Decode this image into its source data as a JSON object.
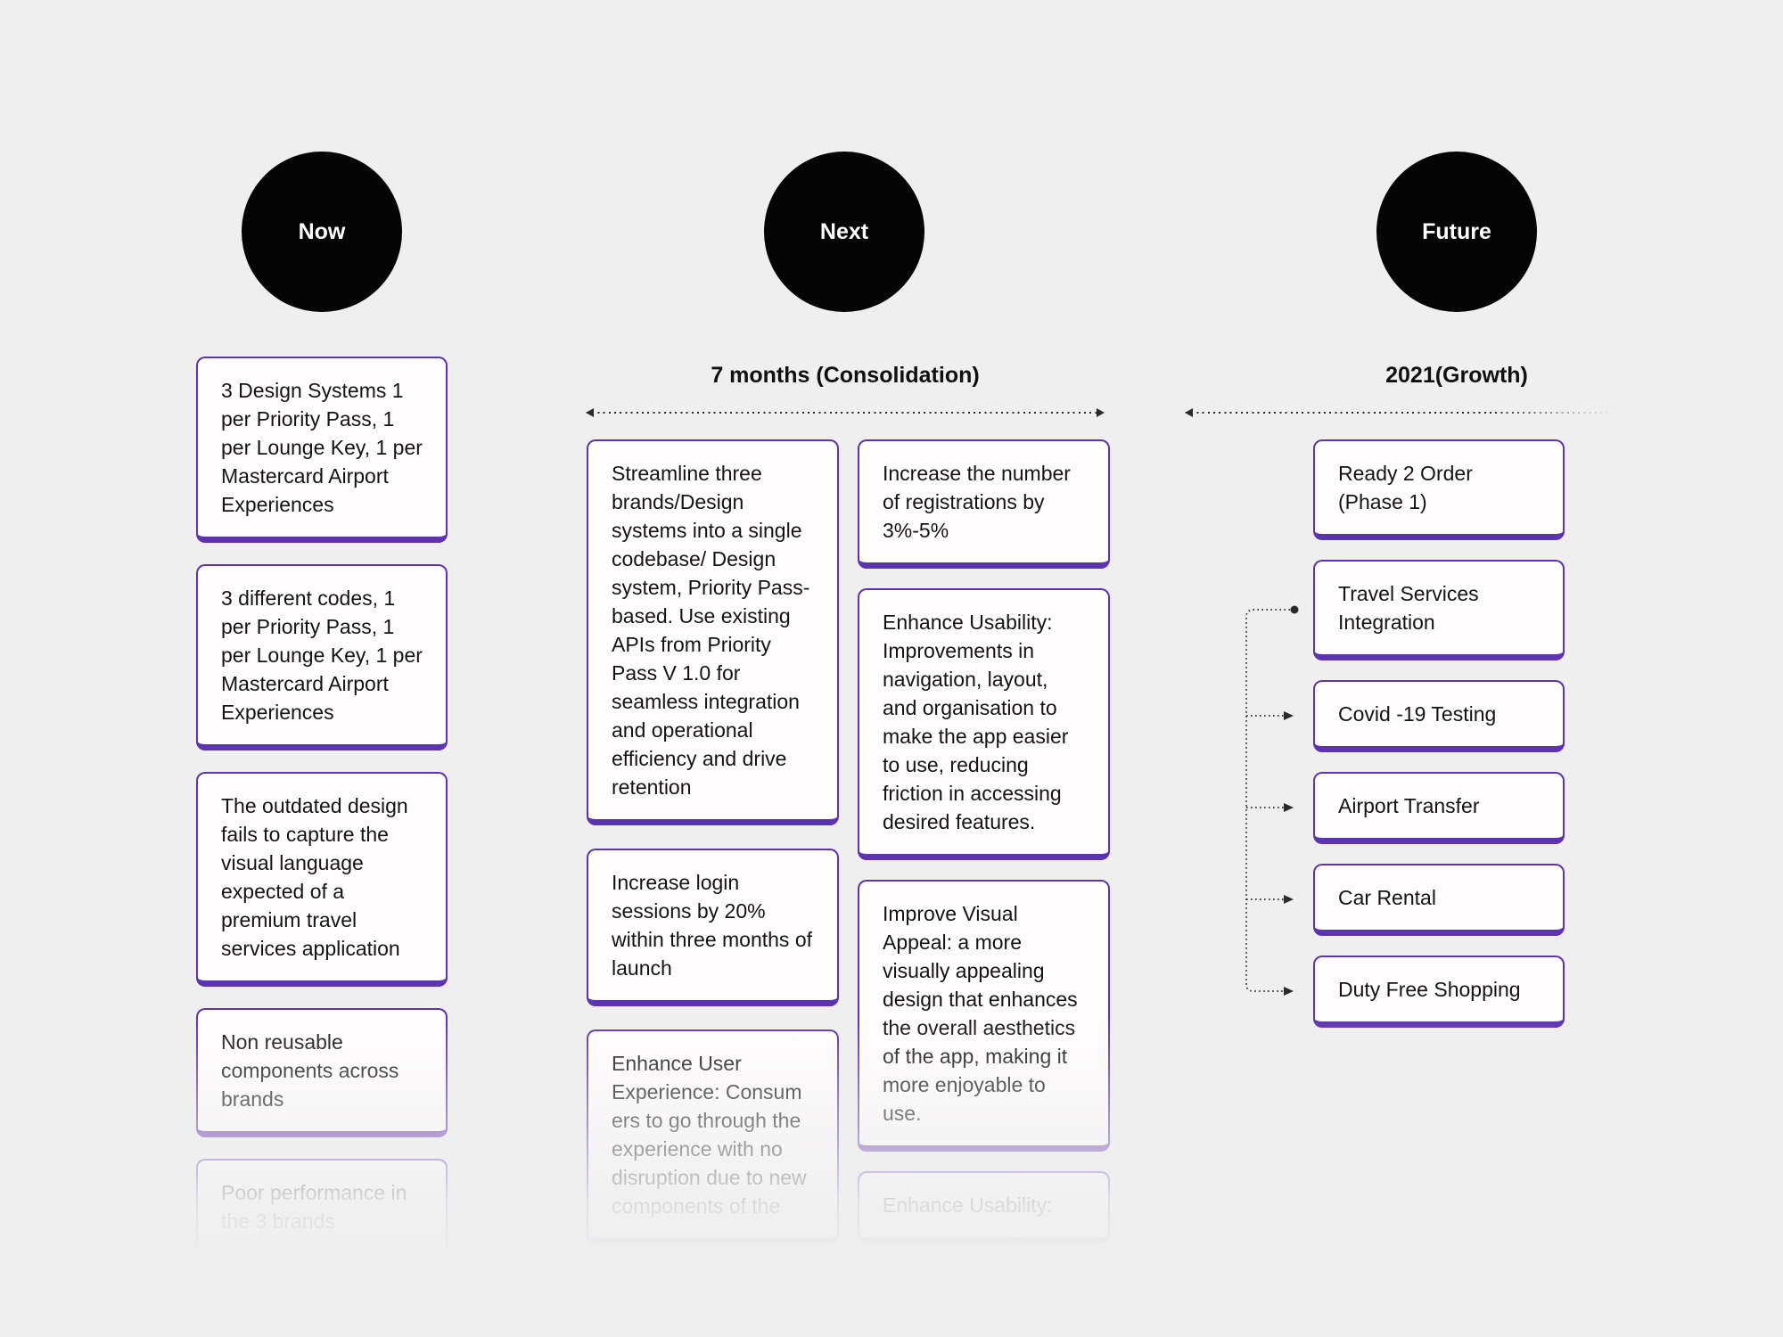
{
  "canvas": {
    "background": "#F0EFEF",
    "accent_purple": "#5C33B0",
    "card_background": "#FFFDFE",
    "badge_background": "#050505",
    "badge_text_color": "#FFFFFF",
    "connector_color": "#2B2B2B"
  },
  "columns": [
    {
      "badge": "Now",
      "cards": [
        {
          "text": "3 Design Systems 1 per Priority Pass, 1 per Lounge Key, 1 per Mastercard Airport Experiences"
        },
        {
          "text": "3 different codes, 1 per Priority Pass, 1 per Lounge Key, 1 per Mastercard Airport Experiences"
        },
        {
          "text": "The outdated design fails to capture the visual language expected of a premium travel services application"
        },
        {
          "text": "Non reusable components across brands"
        },
        {
          "text": "Poor performance in the 3 brands",
          "faded": true
        }
      ]
    },
    {
      "badge": "Next",
      "header": "7 months (Consolidation)",
      "subcolumns": [
        {
          "cards": [
            {
              "text": "Streamline three brands/Design systems into a single codebase/ Design system, Priority Pass-based. Use existing APIs from Priority Pass V 1.0 for seamless integration and operational efficiency and drive retention"
            },
            {
              "text": "Increase login sessions by 20% within three months of launch"
            },
            {
              "text": "Enhance User Experience: Consum ers to go through the experience with no disruption due to new components of the",
              "faded": true
            }
          ]
        },
        {
          "cards": [
            {
              "text": "Increase the number of registrations by 3%-5%"
            },
            {
              "text": "Enhance Usability: Improvements in navigation, layout, and organisation to make the app easier to use, reducing friction in accessing desired features."
            },
            {
              "text": "Improve Visual Appeal: a more visually appealing design that enhances the overall aesthetics of the app, making it more enjoyable to use."
            },
            {
              "text": "Enhance Usability:",
              "faded": true
            }
          ]
        }
      ]
    },
    {
      "badge": "Future",
      "header": "2021(Growth)",
      "cards": [
        {
          "text": "Ready 2 Order (Phase 1)"
        },
        {
          "text": "Travel Services Integration"
        },
        {
          "text": "Covid -19 Testing"
        },
        {
          "text": "Airport Transfer"
        },
        {
          "text": "Car Rental"
        },
        {
          "text": "Duty Free Shopping"
        }
      ]
    }
  ]
}
